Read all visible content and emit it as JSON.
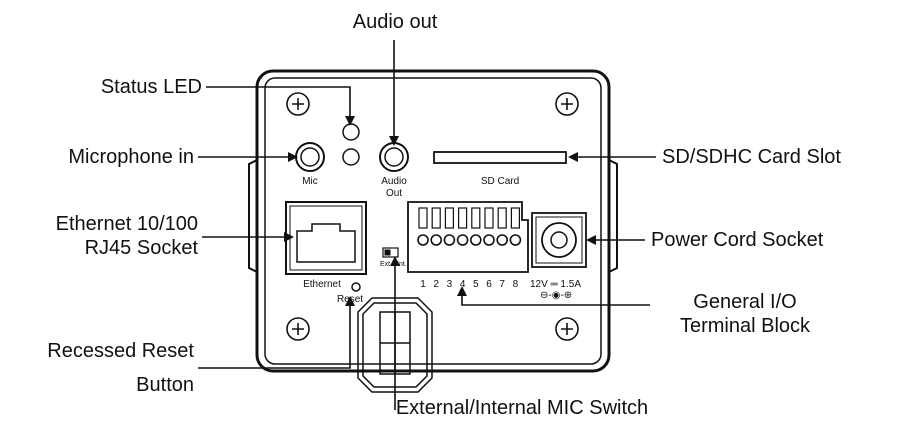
{
  "callouts": {
    "audio_out": "Audio out",
    "status_led": "Status LED",
    "microphone_in": "Microphone in",
    "ethernet": [
      "Ethernet 10/100",
      "RJ45 Socket"
    ],
    "recessed_reset": [
      "Recessed Reset",
      "Button"
    ],
    "sd_slot": "SD/SDHC Card Slot",
    "power_cord": "Power Cord Socket",
    "gio": [
      "General I/O",
      "Terminal Block"
    ],
    "mic_switch": "External/Internal MIC Switch"
  },
  "device_labels": {
    "mic": "Mic",
    "audio_out": [
      "Audio",
      "Out"
    ],
    "sd_card": "SD Card",
    "ethernet": "Ethernet",
    "reset": "Reset",
    "ext": "Ext.",
    "int": "Int.",
    "terminals": [
      "1",
      "2",
      "3",
      "4",
      "5",
      "6",
      "7",
      "8"
    ],
    "power_rating": "12V ═ 1.5A",
    "polarity": "⊖-◉-⊕"
  }
}
